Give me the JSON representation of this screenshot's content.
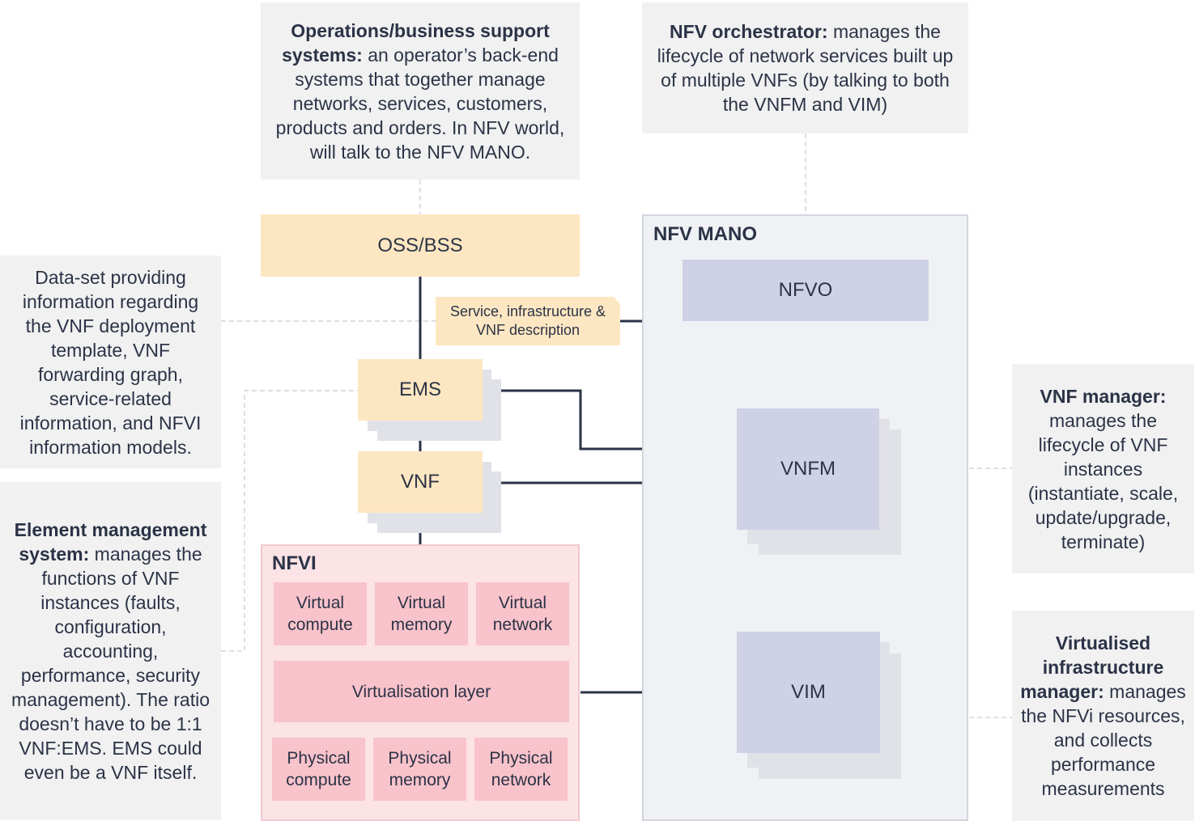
{
  "notes": {
    "oss_bss": {
      "title": "Operations/business support systems:",
      "text": " an operator’s back-end systems that together manage networks, services, customers, products and orders. In NFV world, will talk to the NFV MANO."
    },
    "nfvo": {
      "title": "NFV orchestrator:",
      "text": " manages the lifecycle of network services built up of multiple VNFs (by talking to both the VNFM and VIM)"
    },
    "dataset": {
      "text": "Data-set providing information regarding the VNF deployment template, VNF forwarding graph, service-related information, and NFVI information models."
    },
    "ems": {
      "title": "Element management system:",
      "text": " manages the functions of VNF instances (faults, configuration, accounting, performance, security management). The ratio doesn’t have to be 1:1 VNF:EMS. EMS could even be a VNF itself."
    },
    "vnfm": {
      "title": "VNF manager:",
      "text": " manages the lifecycle of VNF instances (instantiate, scale, update/upgrade, terminate)"
    },
    "vim": {
      "title": "Virtualised infrastructure manager:",
      "text": " manages the NFVi resources, and collects performance measurements"
    }
  },
  "blocks": {
    "oss_bss": "OSS/BSS",
    "ems": "EMS",
    "vnf": "VNF",
    "nfvo": "NFVO",
    "vnfm": "VNFM",
    "vim": "VIM",
    "description_tag": "Service, infrastructure & VNF description"
  },
  "nfv_mano": {
    "title": "NFV MANO"
  },
  "nfvi": {
    "title": "NFVI",
    "virtual": [
      "Virtual compute",
      "Virtual memory",
      "Virtual network"
    ],
    "layer": "Virtualisation layer",
    "physical": [
      "Physical compute",
      "Physical memory",
      "Physical network"
    ]
  },
  "colors": {
    "peach": "#fde7c2",
    "lavender": "#cfd2e6",
    "pink": "#f9c3cb",
    "note_grey": "#f1f1f2",
    "line": "#2b3346"
  }
}
